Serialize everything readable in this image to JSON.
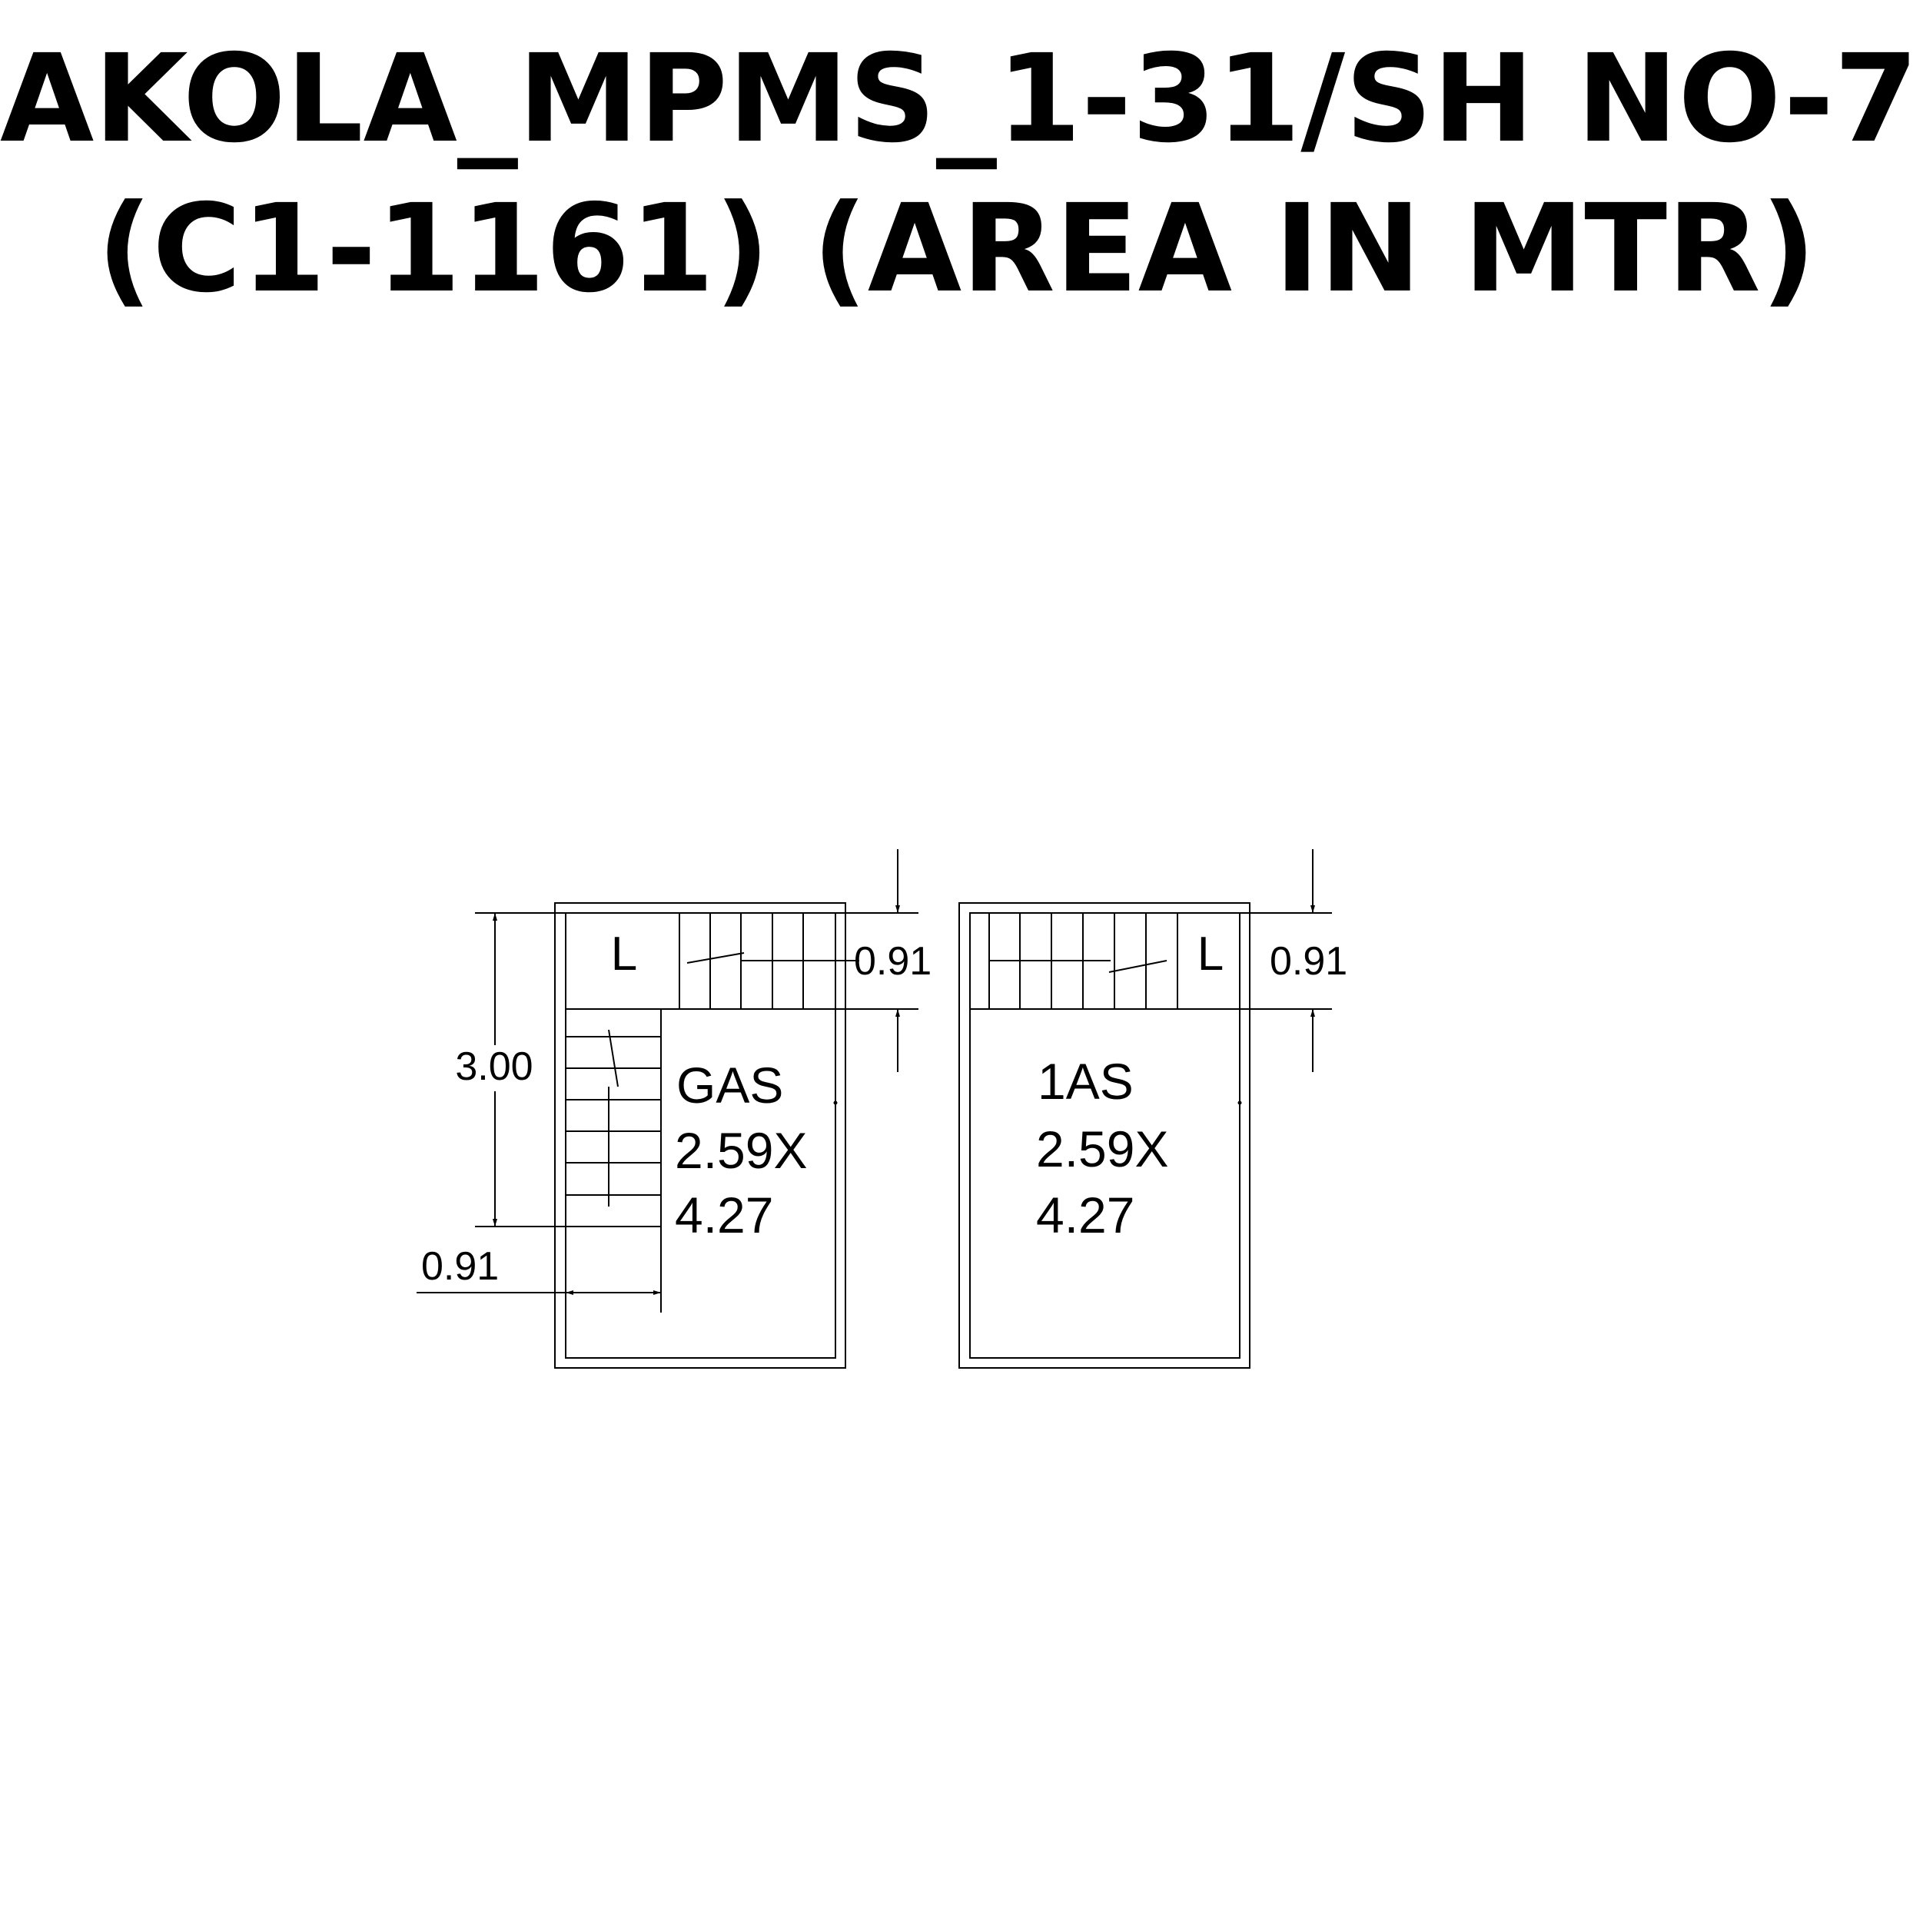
{
  "title": {
    "line1": "AKOLA_MPMS_1-31/SH NO-7",
    "line2": "(C1-1161) (AREA IN MTR)"
  },
  "plan_left": {
    "lift_label": "L",
    "room_label": "GAS",
    "size_line1": "2.59X",
    "size_line2": "4.27",
    "dim_top_right": "0.91",
    "dim_height": "3.00",
    "dim_bottom_width": "0.91"
  },
  "plan_right": {
    "lift_label": "L",
    "room_label": "1AS",
    "size_line1": "2.59X",
    "size_line2": "4.27",
    "dim_top_right": "0.91"
  }
}
